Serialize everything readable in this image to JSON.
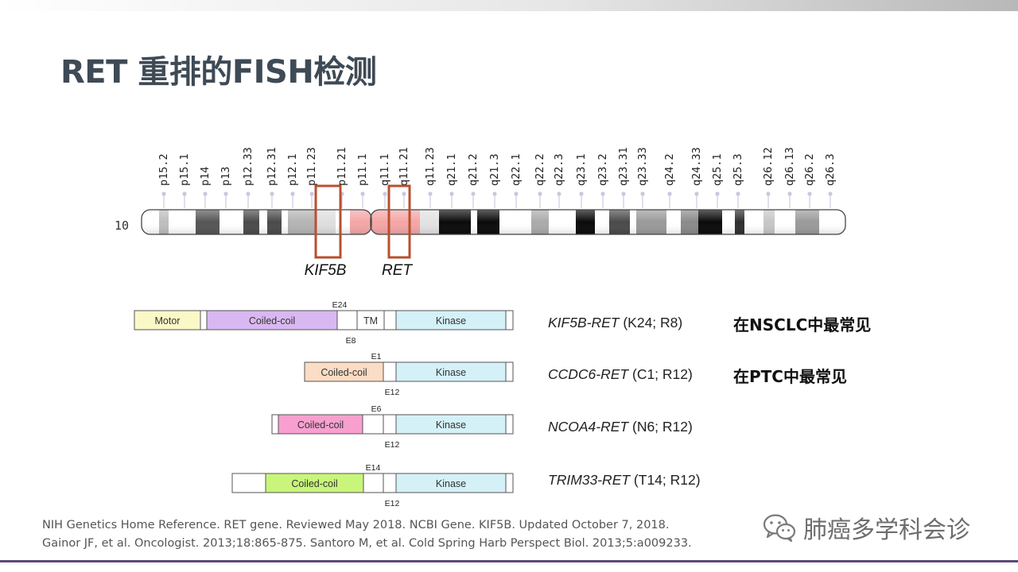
{
  "title": "RET 重排的FISH检测",
  "chromosome": {
    "number": "10",
    "bands": [
      "p15.2",
      "p15.1",
      "p14",
      "p13",
      "p12.33",
      "p12.31",
      "p12.1",
      "p11.23",
      "p11.21",
      "p11.1",
      "q11.1",
      "q11.21",
      "q11.23",
      "q21.1",
      "q21.2",
      "q21.3",
      "q22.1",
      "q22.2",
      "q22.3",
      "q23.1",
      "q23.2",
      "q23.31",
      "q23.33",
      "q24.2",
      "q24.33",
      "q25.1",
      "q25.3",
      "q26.12",
      "q26.13",
      "q26.2",
      "q26.3"
    ],
    "gene_labels": [
      "KIF5B",
      "RET"
    ]
  },
  "fusions": [
    {
      "name": "KIF5B-RET",
      "detail": " (K24; R8)",
      "note": "在NSCLC中最常见",
      "domains": [
        "Motor",
        "Coiled-coil",
        "TM",
        "Kinase"
      ],
      "exon_top": "E24",
      "exon_bottom": "E8"
    },
    {
      "name": "CCDC6-RET",
      "detail": " (C1; R12)",
      "note": "在PTC中最常见",
      "domains": [
        "Coiled-coil",
        "Kinase"
      ],
      "exon_top": "E1",
      "exon_bottom": "E12"
    },
    {
      "name": "NCOA4-RET",
      "detail": " (N6; R12)",
      "note": "",
      "domains": [
        "Coiled-coil",
        "Kinase"
      ],
      "exon_top": "E6",
      "exon_bottom": "E12"
    },
    {
      "name": "TRIM33-RET",
      "detail": " (T14; R12)",
      "note": "",
      "domains": [
        "Coiled-coil",
        "Kinase"
      ],
      "exon_top": "E14",
      "exon_bottom": "E12"
    }
  ],
  "colors": {
    "motor": "#fbf8c8",
    "coiled1": "#d9b8f2",
    "coiled2": "#fbdcc4",
    "coiled3": "#f7a0cf",
    "coiled4": "#c8f57a",
    "kinase": "#d4f1f8",
    "highlight": "#b8502f"
  },
  "references": [
    "NIH Genetics Home Reference. RET gene. Reviewed May 2018. NCBI Gene. KIF5B. Updated October 7, 2018.",
    "Gainor JF, et al. Oncologist. 2013;18:865-875. Santoro M, et al. Cold Spring Harb Perspect Biol. 2013;5:a009233."
  ],
  "brand": "肺癌多学科会诊",
  "brand_icon": "wechat-icon"
}
